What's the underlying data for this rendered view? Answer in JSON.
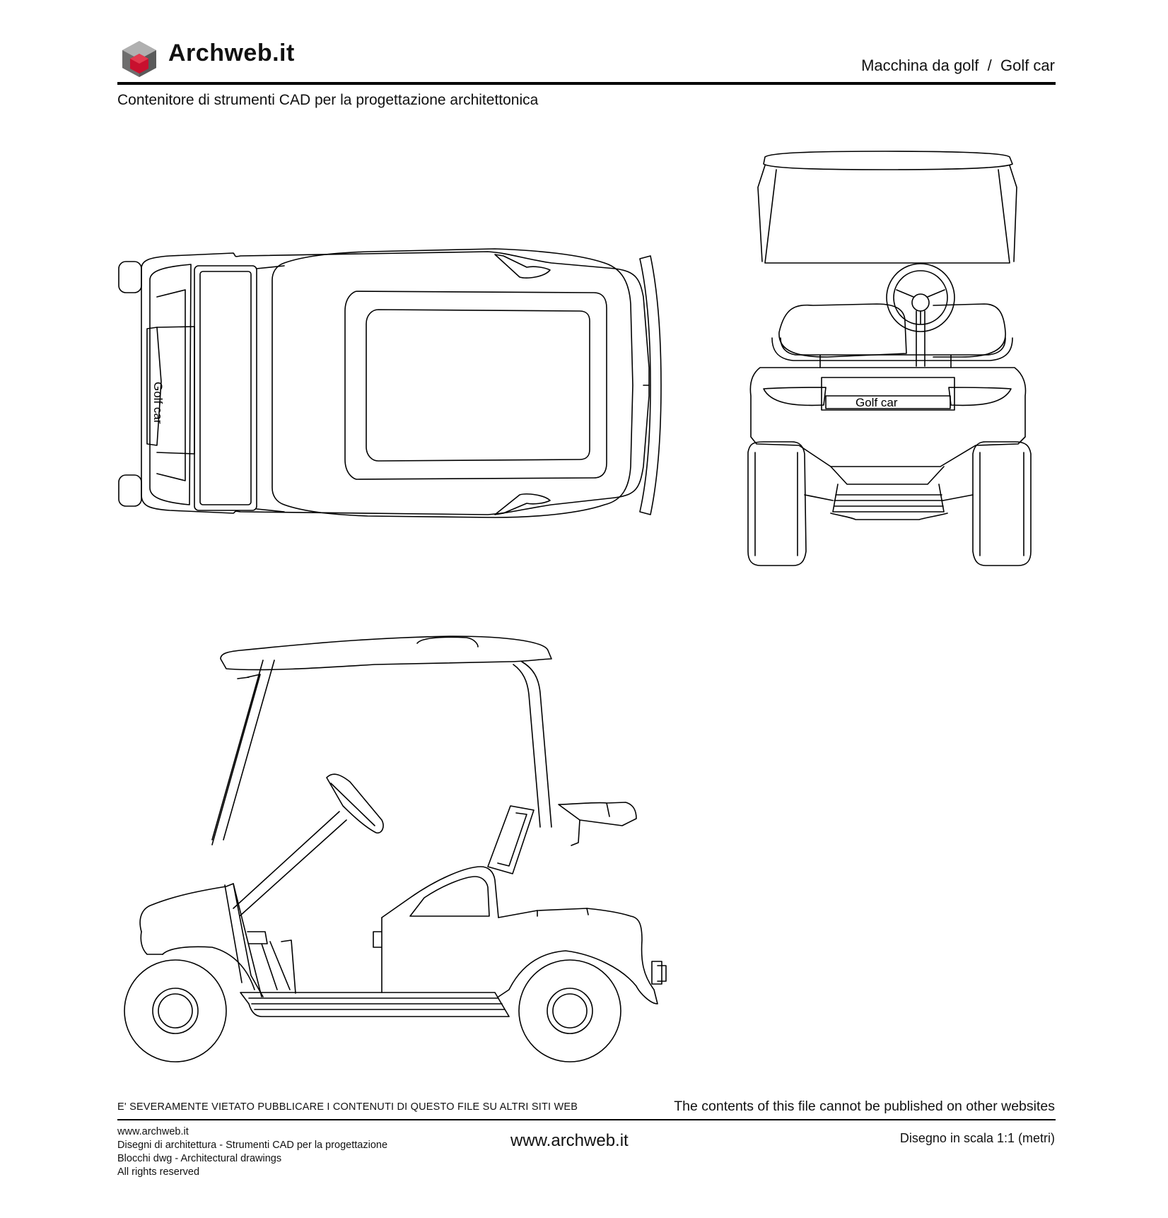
{
  "header": {
    "brand": "Archweb.it",
    "title": "Macchina da golf  /  Golf car",
    "subtitle": "Contenitore di strumenti CAD per la progettazione architettonica"
  },
  "drawing": {
    "plan_label": "Golf car",
    "front_label": "Golf car"
  },
  "footer": {
    "warning_it": "E' SEVERAMENTE VIETATO PUBBLICARE I CONTENUTI DI QUESTO FILE SU ALTRI SITI WEB",
    "warning_en": "The contents of this file cannot be published on other websites",
    "lines": [
      "www.archweb.it",
      "Disegni di architettura - Strumenti CAD  per la progettazione",
      "Blocchi dwg - Architectural drawings",
      "All rights reserved"
    ],
    "url": "www.archweb.it",
    "scale": "Disegno in scala 1:1 (metri)"
  },
  "colors": {
    "logo_red": "#c8102e",
    "logo_grey": "#6e6e6e",
    "line": "#000000"
  }
}
